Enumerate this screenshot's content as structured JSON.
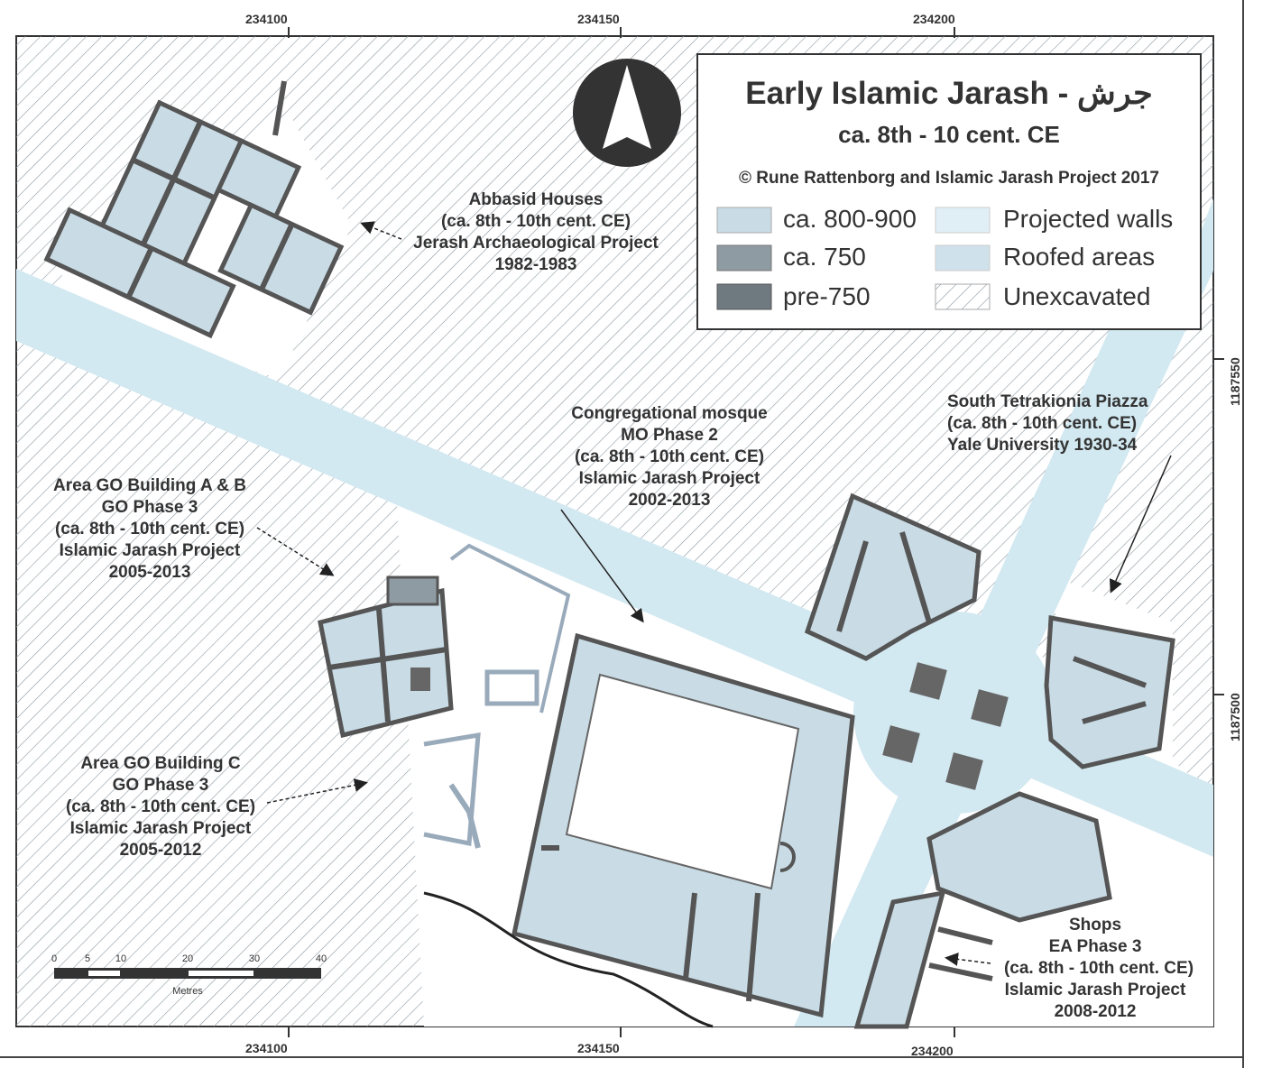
{
  "legend": {
    "title": "Early Islamic Jarash - جرش",
    "subtitle": "ca. 8th - 10 cent. CE",
    "copyright": "© Rune Rattenborg and Islamic Jarash Project 2017",
    "items": [
      {
        "label": "ca. 800-900",
        "color": "#c9dce6"
      },
      {
        "label": "ca. 750",
        "color": "#8e9ba2"
      },
      {
        "label": "pre-750",
        "color": "#6f7a80"
      },
      {
        "label": "Projected walls",
        "color": "#e0eff5"
      },
      {
        "label": "Roofed areas",
        "color": "#cfe1ea"
      },
      {
        "label": "Unexcavated",
        "color": "hatched"
      }
    ]
  },
  "coords": {
    "top": [
      "234100",
      "234150",
      "234200"
    ],
    "bottom": [
      "234100",
      "234150",
      "234200"
    ],
    "right": [
      "1187550",
      "1187500"
    ]
  },
  "scale": {
    "ticks": [
      "0",
      "5",
      "10",
      "20",
      "30",
      "40"
    ],
    "unit": "Metres"
  },
  "labels": {
    "abbasid": [
      "Abbasid Houses",
      "(ca. 8th - 10th cent. CE)",
      "Jerash Archaeological Project",
      "1982-1983"
    ],
    "mosque": [
      "Congregational mosque",
      "MO Phase 2",
      "(ca. 8th - 10th cent. CE)",
      "Islamic Jarash Project",
      "2002-2013"
    ],
    "tetrakionia": [
      "South Tetrakionia Piazza",
      "(ca. 8th - 10th cent. CE)",
      "Yale University 1930-34"
    ],
    "go_ab": [
      "Area GO Building A & B",
      "GO Phase 3",
      "(ca. 8th - 10th cent. CE)",
      "Islamic Jarash Project",
      "2005-2013"
    ],
    "go_c": [
      "Area GO Building C",
      "GO Phase 3",
      "(ca. 8th - 10th cent. CE)",
      "Islamic Jarash Project",
      "2005-2012"
    ],
    "shops": [
      "Shops",
      "EA Phase 3",
      "(ca. 8th - 10th cent. CE)",
      "Islamic Jarash Project",
      "2008-2012"
    ]
  }
}
